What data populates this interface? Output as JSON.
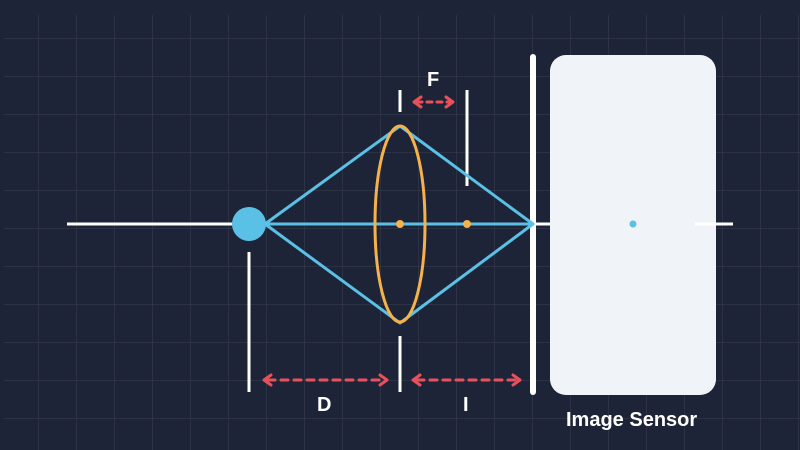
{
  "labels": {
    "focal_length": "F",
    "object_distance": "D",
    "image_distance": "I",
    "sensor": "Image Sensor"
  },
  "colors": {
    "background": "#1e2437",
    "grid": "#3a4152",
    "axis": "#ffffff",
    "rays": "#5bc0e6",
    "lens": "#f5b14a",
    "dimension_arrows": "#e8505b",
    "sensor_fill": "#f0f3f8",
    "object": "#5bc0e6"
  },
  "icons": {
    "object": "object-point-icon",
    "lens": "convex-lens-icon",
    "sensor": "image-sensor-icon"
  }
}
